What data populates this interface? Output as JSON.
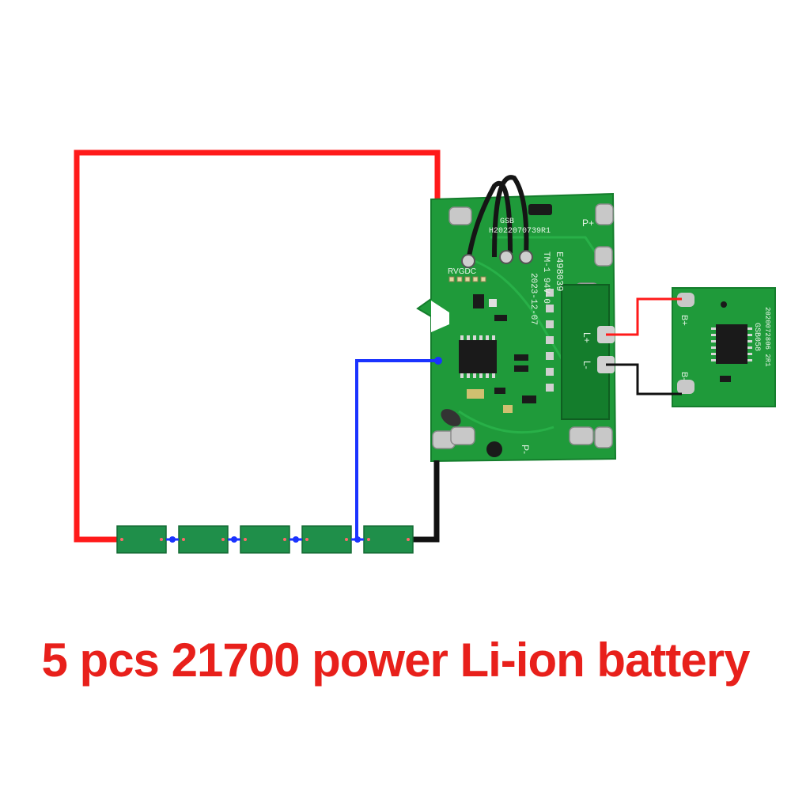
{
  "caption": "5 pcs 21700 power Li-ion battery",
  "colors": {
    "positive_wire": "#ff1a1a",
    "balance_wire": "#1a33ff",
    "negative_wire": "#111111",
    "pcb": "#1f9a3a",
    "pcb_dark": "#137a2a",
    "caption": "#e8201b",
    "cell": "#1f8f4a"
  },
  "main_board": {
    "labels": {
      "p_plus": "P+",
      "p_minus": "P-",
      "l_plus": "L+",
      "l_minus": "L-",
      "header": "RVGDC",
      "code1": "E498039",
      "code2": "TM-1 94V-0",
      "date": "2023-12-07",
      "serial": "H2022070739R1",
      "model": "GSB"
    }
  },
  "small_board": {
    "labels": {
      "b_plus": "B+",
      "b_minus": "B-",
      "model": "GSB058",
      "serial": "2020072806 2R1"
    }
  },
  "cells": {
    "count": 5
  }
}
